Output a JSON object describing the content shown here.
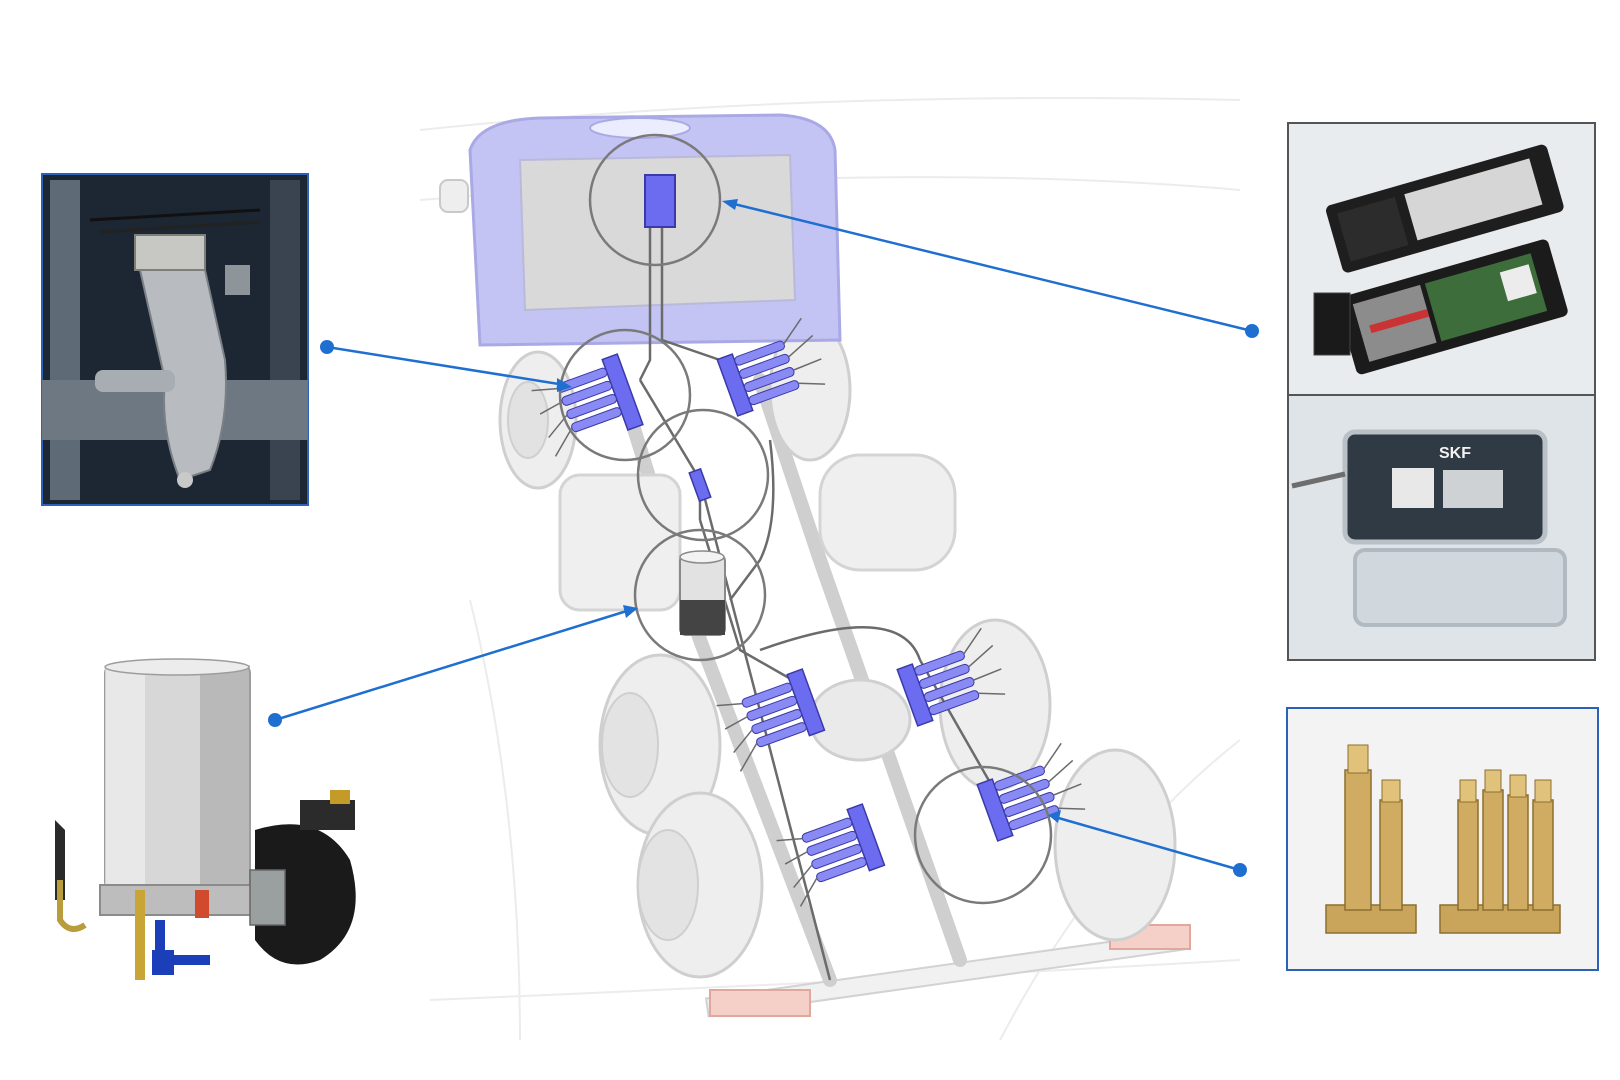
{
  "figure": {
    "type": "truck-chassis-lubrication-system-diagram",
    "colors": {
      "accent_blue": "#1f6fd1",
      "component_purple": "#6c6cf0",
      "cab_tint": "#b9b9f2",
      "chassis_gray": "#c9c9c9",
      "photo_frame": "#2b62b8"
    }
  },
  "callouts": {
    "items": [
      {
        "name": "pump-valve-photo",
        "photo": "pump-valve-mechanism-photo"
      },
      {
        "name": "grease-pump-photo",
        "photo": "grease-pump-reservoir-photo"
      },
      {
        "name": "controller-photo",
        "photo": "electronic-controller-photo"
      },
      {
        "name": "distributor-photo",
        "photo": "progressive-distributor-photo"
      }
    ]
  },
  "controller_photo": {
    "brand_mark": "SKF"
  }
}
